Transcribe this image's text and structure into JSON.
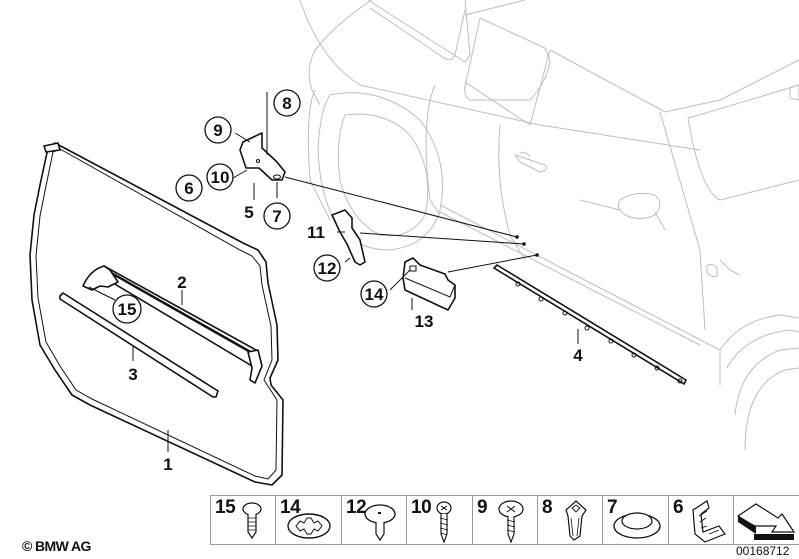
{
  "diagram": {
    "callouts": {
      "c1": "1",
      "c2": "2",
      "c3": "3",
      "c4": "4",
      "c5": "5",
      "c6": "6",
      "c7": "7",
      "c8": "8",
      "c9": "9",
      "c10": "10",
      "c11": "11",
      "c12": "12",
      "c13": "13",
      "c14": "14",
      "c15": "15"
    }
  },
  "parts_table": {
    "cells": [
      {
        "number": "15",
        "icon": "push-button-clip"
      },
      {
        "number": "14",
        "icon": "serrated-lock-washer"
      },
      {
        "number": "12",
        "icon": "flat-head-rivet-clip"
      },
      {
        "number": "10",
        "icon": "phillips-tapping-screw"
      },
      {
        "number": "9",
        "icon": "phillips-flange-screw"
      },
      {
        "number": "8",
        "icon": "square-nut-clip"
      },
      {
        "number": "7",
        "icon": "round-grommet"
      },
      {
        "number": "6",
        "icon": "angle-bracket"
      },
      {
        "number": "",
        "icon": "direction-arrow"
      }
    ]
  },
  "footer": {
    "copyright": "© BMW AG",
    "diagram_id": "00168712"
  }
}
